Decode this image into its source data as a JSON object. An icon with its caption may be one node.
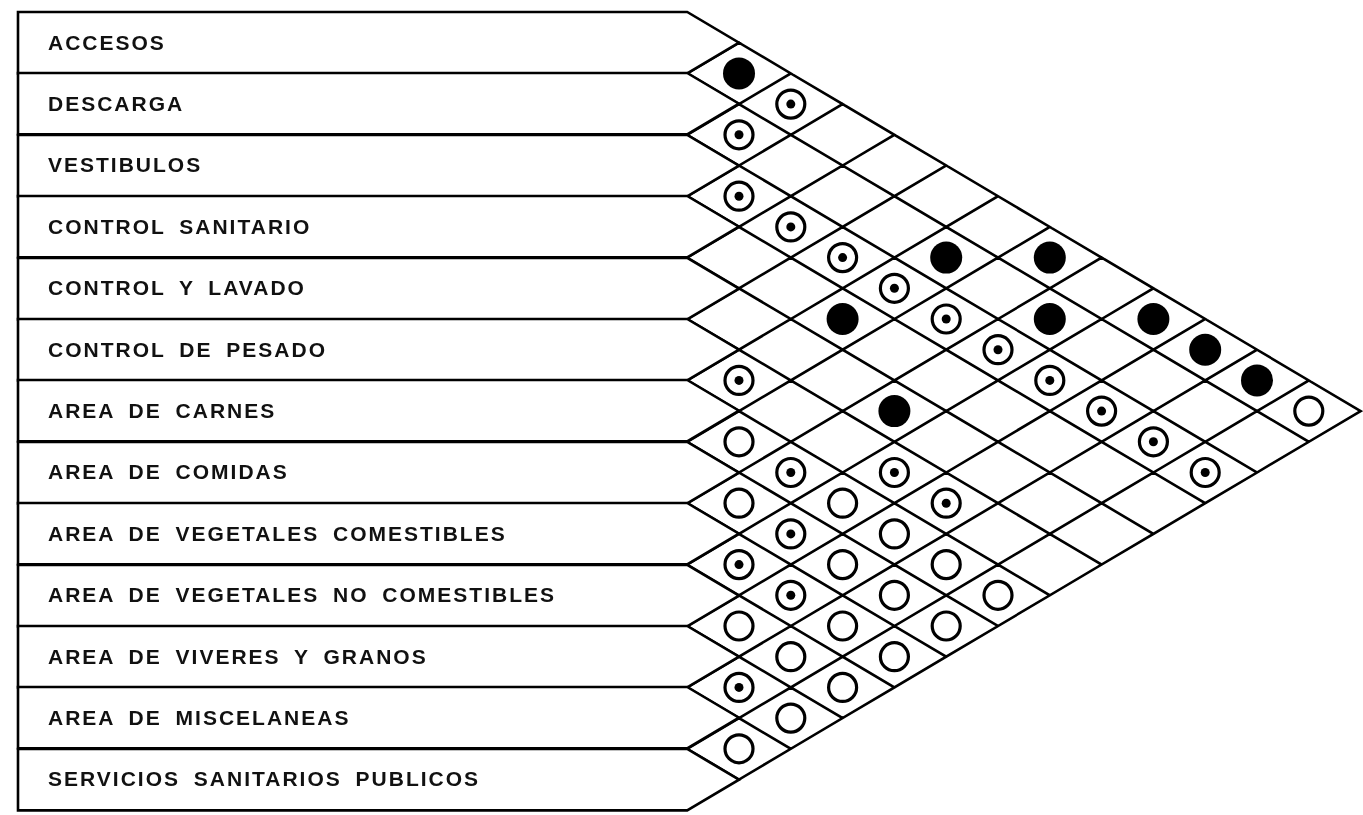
{
  "diagram": {
    "nodes": [
      {
        "text": [
          "ACCESOS"
        ]
      },
      {
        "text": [
          "DESCARGA"
        ]
      },
      {
        "text": [
          "VESTIBULOS"
        ]
      },
      {
        "text": [
          "CONTROL SANITARIO"
        ]
      },
      {
        "text": [
          "CONTROL Y LAVADO"
        ]
      },
      {
        "text": [
          "CONTROL DE PESADO"
        ]
      },
      {
        "text": [
          "AREA DE CARNES"
        ]
      },
      {
        "text": [
          "AREA DE COMIDAS"
        ]
      },
      {
        "text": [
          "AREA DE VEGETALES COMESTIBLES"
        ]
      },
      {
        "text": [
          "AREA DE VEGETALES NO COMESTIBLES"
        ]
      },
      {
        "text": [
          "AREA DE VIVERES Y GRANOS"
        ]
      },
      {
        "text": [
          "AREA DE MISCELANEAS"
        ]
      },
      {
        "text": [
          "SERVICIOS SANITARIOS PUBLICOS"
        ]
      },
      {
        "text": [],
        "shape": "disc"
      },
      {
        "text": [],
        "shape": "bullseye"
      },
      {
        "text": [],
        "shape": "bullseye"
      },
      {
        "text": [],
        "shape": "bullseye"
      },
      {
        "text": [],
        "shape": "bullseye"
      },
      {
        "text": [],
        "shape": "bullseye"
      },
      {
        "text": [],
        "shape": "disc"
      },
      {
        "text": [],
        "shape": "disc"
      },
      {
        "text": [],
        "shape": "bullseye"
      },
      {
        "text": [],
        "shape": "disc"
      },
      {
        "text": [],
        "shape": "bullseye"
      },
      {
        "text": [],
        "shape": "disc"
      },
      {
        "text": [],
        "shape": "disc"
      },
      {
        "text": [],
        "shape": "bullseye"
      },
      {
        "text": [],
        "shape": "disc"
      },
      {
        "text": [],
        "shape": "bullseye"
      },
      {
        "text": [],
        "shape": "bullseye"
      },
      {
        "text": [],
        "shape": "disc"
      },
      {
        "text": [],
        "shape": "disc"
      },
      {
        "text": [],
        "shape": "bullseye"
      },
      {
        "text": [],
        "shape": "circle"
      },
      {
        "text": [],
        "shape": "circle"
      },
      {
        "text": [],
        "shape": "bullseye"
      },
      {
        "text": [],
        "shape": "bullseye"
      },
      {
        "text": [],
        "shape": "bullseye"
      },
      {
        "text": [],
        "shape": "bullseye"
      },
      {
        "text": [],
        "shape": "circle"
      },
      {
        "text": [],
        "shape": "circle"
      },
      {
        "text": [],
        "shape": "bullseye"
      },
      {
        "text": [],
        "shape": "bullseye"
      },
      {
        "text": [],
        "shape": "circle"
      },
      {
        "text": [],
        "shape": "bullseye"
      },
      {
        "text": [],
        "shape": "circle"
      },
      {
        "text": [],
        "shape": "circle"
      },
      {
        "text": [],
        "shape": "bullseye"
      },
      {
        "text": [],
        "shape": "circle"
      },
      {
        "text": [],
        "shape": "circle"
      },
      {
        "text": [],
        "shape": "circle"
      },
      {
        "text": [],
        "shape": "circle"
      },
      {
        "text": [],
        "shape": "circle"
      },
      {
        "text": [],
        "shape": "circle"
      },
      {
        "text": [],
        "shape": "circle"
      },
      {
        "text": [],
        "shape": "bullseye"
      },
      {
        "text": [],
        "shape": "circle"
      },
      {
        "text": [],
        "shape": "circle"
      },
      {
        "text": [],
        "shape": "circle"
      }
    ]
  }
}
